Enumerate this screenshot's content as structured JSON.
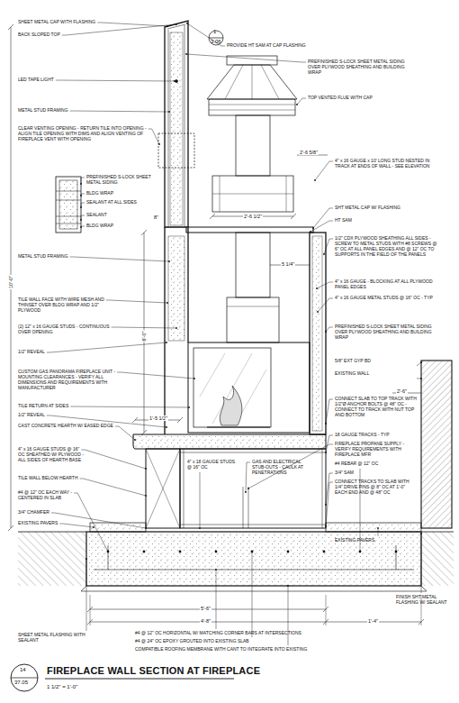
{
  "diagram": {
    "title": "FIREPLACE WALL SECTION AT FIREPLACE",
    "labels": [
      "1",
      "3.06",
      "SHEET METAL CAP WITH FLASHING",
      "PROVIDE HT SAM AT CAP FLASHING",
      "BACK SLOPED TOP",
      "PREFINISHED S-LOCK SHEET METAL SIDING OVER PLYWOOD SHEATHING AND BUILDING WRAP",
      "LED TAPE LIGHT",
      "TOP VENTED FLUE WITH CAP",
      "METAL STUD FRAMING",
      "CLEAR VENTING OPENING - RETURN TILE INTO OPENING - ALIGN TILE OPENING WITH DIMS AND ALIGN VENTING OF FIREPLACE VENT WITH OPENING",
      "2'-6 5/8\"",
      "PREFINISHED S-LOCK SHEET METAL SIDING",
      "BLDG WRAP",
      "SEALANT AT ALL SIDES",
      "4\" x 16 GAUGE x 10' LONG STUD NESTED IN TRACK AT ENDS OF WALL - SEE ELEVATION",
      "SEALANT",
      "BLDG WRAP",
      "2'-6 1/2\"",
      "SHT METAL CAP W/ FLASHING",
      "HT SAM",
      "8\"",
      "METAL STUD FRAMING",
      "6'-0\"",
      "5 1/4\"",
      "1/2\" CDX PLYWOOD SHEATHING ALL SIDES - SCREW TO METAL STUDS WITH #8 SCREWS @ 6\" OC AT ALL PANEL EDGES AND @ 12\" OC TO SUPPORTS IN THE FIELD OF THE PANELS",
      "4\" x 16 GAUGE - BLOCKING AT ALL PLYWOOD PANEL EDGES",
      "TILE WALL FACE WITH WIRE MESH AND THINSET OVER BLDG WRAP AND 1/2\" PLYWOOD",
      "4\" x 16 GAUGE METAL STUDS @ 16\" OC - TYP",
      "(2) 12\" x 16 GAUGE STUDS - CONTINUOUS OVER OPENING",
      "10'-0\"",
      "PREFINISHED S-LOCK SHEET METAL SIDING OVER PLYWOOD SHEATHING AND BUILDING WRAP",
      "1/2\" REVEAL",
      "5/8\" EXT GYP BD",
      "EXISTING WALL",
      "CUSTOM GAS PANORAMA FIREPLACE UNIT - MOUNTING CLEARANCES - VERIFY ALL DIMENSIONS AND REQUIREMENTS WITH MANUFACTURER",
      "2'-6\"",
      "CONNECT SLAB TO TOP TRACK WITH 1/2\"Ø ANCHOR BOLTS @ 48\" OC - CONNECT TO TRACK WITH NUT TOP AND BOTTOM",
      "TILE RETURN AT SIDES",
      "1/2\" REVEAL",
      "CAST CONCRETE HEARTH W/ EASED EDGE",
      "1'-5 1/2\"",
      "18 GAUGE TRACKS - TYP",
      "4\" x 16 GAUGE STUDS @ 16\" OC SHEATHED W/ PLYWOOD - ALL SIDES OF HEARTH BASE",
      "FIREPLACE PROPANE SUPPLY - VERIFY REQUIREMENTS WITH FIREPLACE MFR",
      "4\" x 18 GAUGE STUDS @ 16\" OC",
      "GAS AND ELECTRICAL STUB-OUTS - CAULK AT PENETRATIONS",
      "TILE WALL BELOW HEARTH",
      "#4 REBAR @ 12\" OC",
      "#4 @ 12\" OC EACH WAY - CENTERED IN SLAB",
      "3/4\" SAM",
      "CONNECT TRACKS TO SLAB WITH 1/4\" DRIVE PINS @ 8\" OC AT 1'-0\" EACH END AND @ 48\" OC",
      "3/4\" CHAMFER",
      "EXISTING PAVERS",
      "EXISTING PAVERS",
      "FINISH SHT METAL FLASHING W/ SEALANT",
      "5'-6\"",
      "4'-8\"",
      "1'-4\"",
      "#4 @ 12\" OC HORIZONTAL W/ MATCHING CORNER BARS AT INTERSECTIONS",
      "#4 @ 24\" OC EPOXY GROUTED INTO EXISTING SLAB",
      "SHEET METAL FLASHING WITH SEALANT",
      "COMPATIBLE ROOFING MEMBRANE WITH CANT TO INTEGRATE INTO EXISTING",
      "14",
      "37.05",
      "1 1/2\" = 1'-0\""
    ]
  }
}
